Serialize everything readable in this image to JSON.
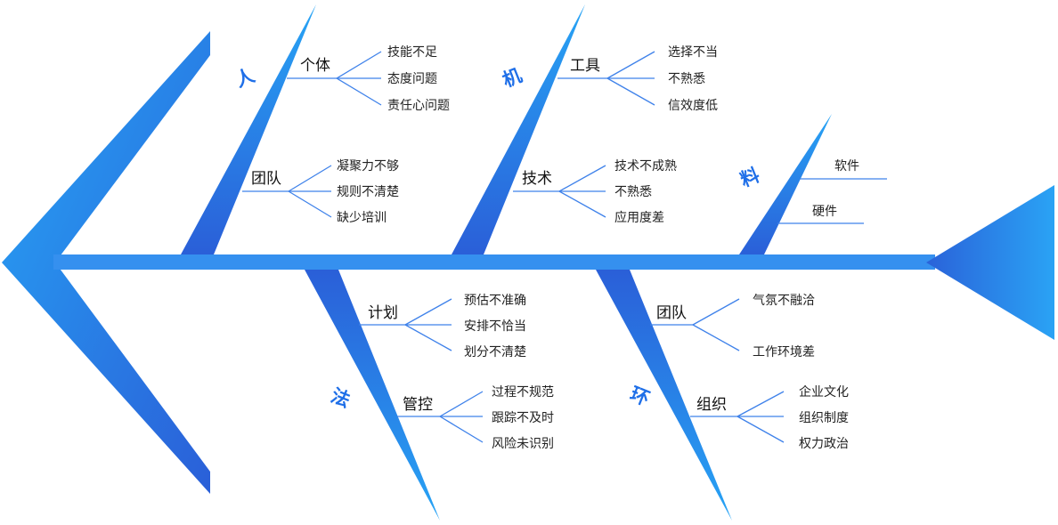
{
  "categories": [
    {
      "label": "人",
      "subs": [
        {
          "label": "个体",
          "causes": [
            "技能不足",
            "态度问题",
            "责任心问题"
          ]
        },
        {
          "label": "团队",
          "causes": [
            "凝聚力不够",
            "规则不清楚",
            "缺少培训"
          ]
        }
      ]
    },
    {
      "label": "机",
      "subs": [
        {
          "label": "工具",
          "causes": [
            "选择不当",
            "不熟悉",
            "信效度低"
          ]
        },
        {
          "label": "技术",
          "causes": [
            "技术不成熟",
            "不熟悉",
            "应用度差"
          ]
        }
      ]
    },
    {
      "label": "料",
      "subs": [
        {
          "label": "软件",
          "causes": []
        },
        {
          "label": "硬件",
          "causes": []
        }
      ]
    },
    {
      "label": "法",
      "subs": [
        {
          "label": "计划",
          "causes": [
            "预估不准确",
            "安排不恰当",
            "划分不清楚"
          ]
        },
        {
          "label": "管控",
          "causes": [
            "过程不规范",
            "跟踪不及时",
            "风险未识别"
          ]
        }
      ]
    },
    {
      "label": "环",
      "subs": [
        {
          "label": "团队",
          "causes": [
            "气氛不融洽",
            "工作环境差"
          ]
        },
        {
          "label": "组织",
          "causes": [
            "企业文化",
            "组织制度",
            "权力政治"
          ]
        }
      ]
    }
  ],
  "colors": {
    "bone": "#3b8cf0",
    "bone_light": "#2aa3f5",
    "bone_dark": "#2a62d9",
    "category_text": "#1f6fe8",
    "line": "#3f82ea"
  }
}
